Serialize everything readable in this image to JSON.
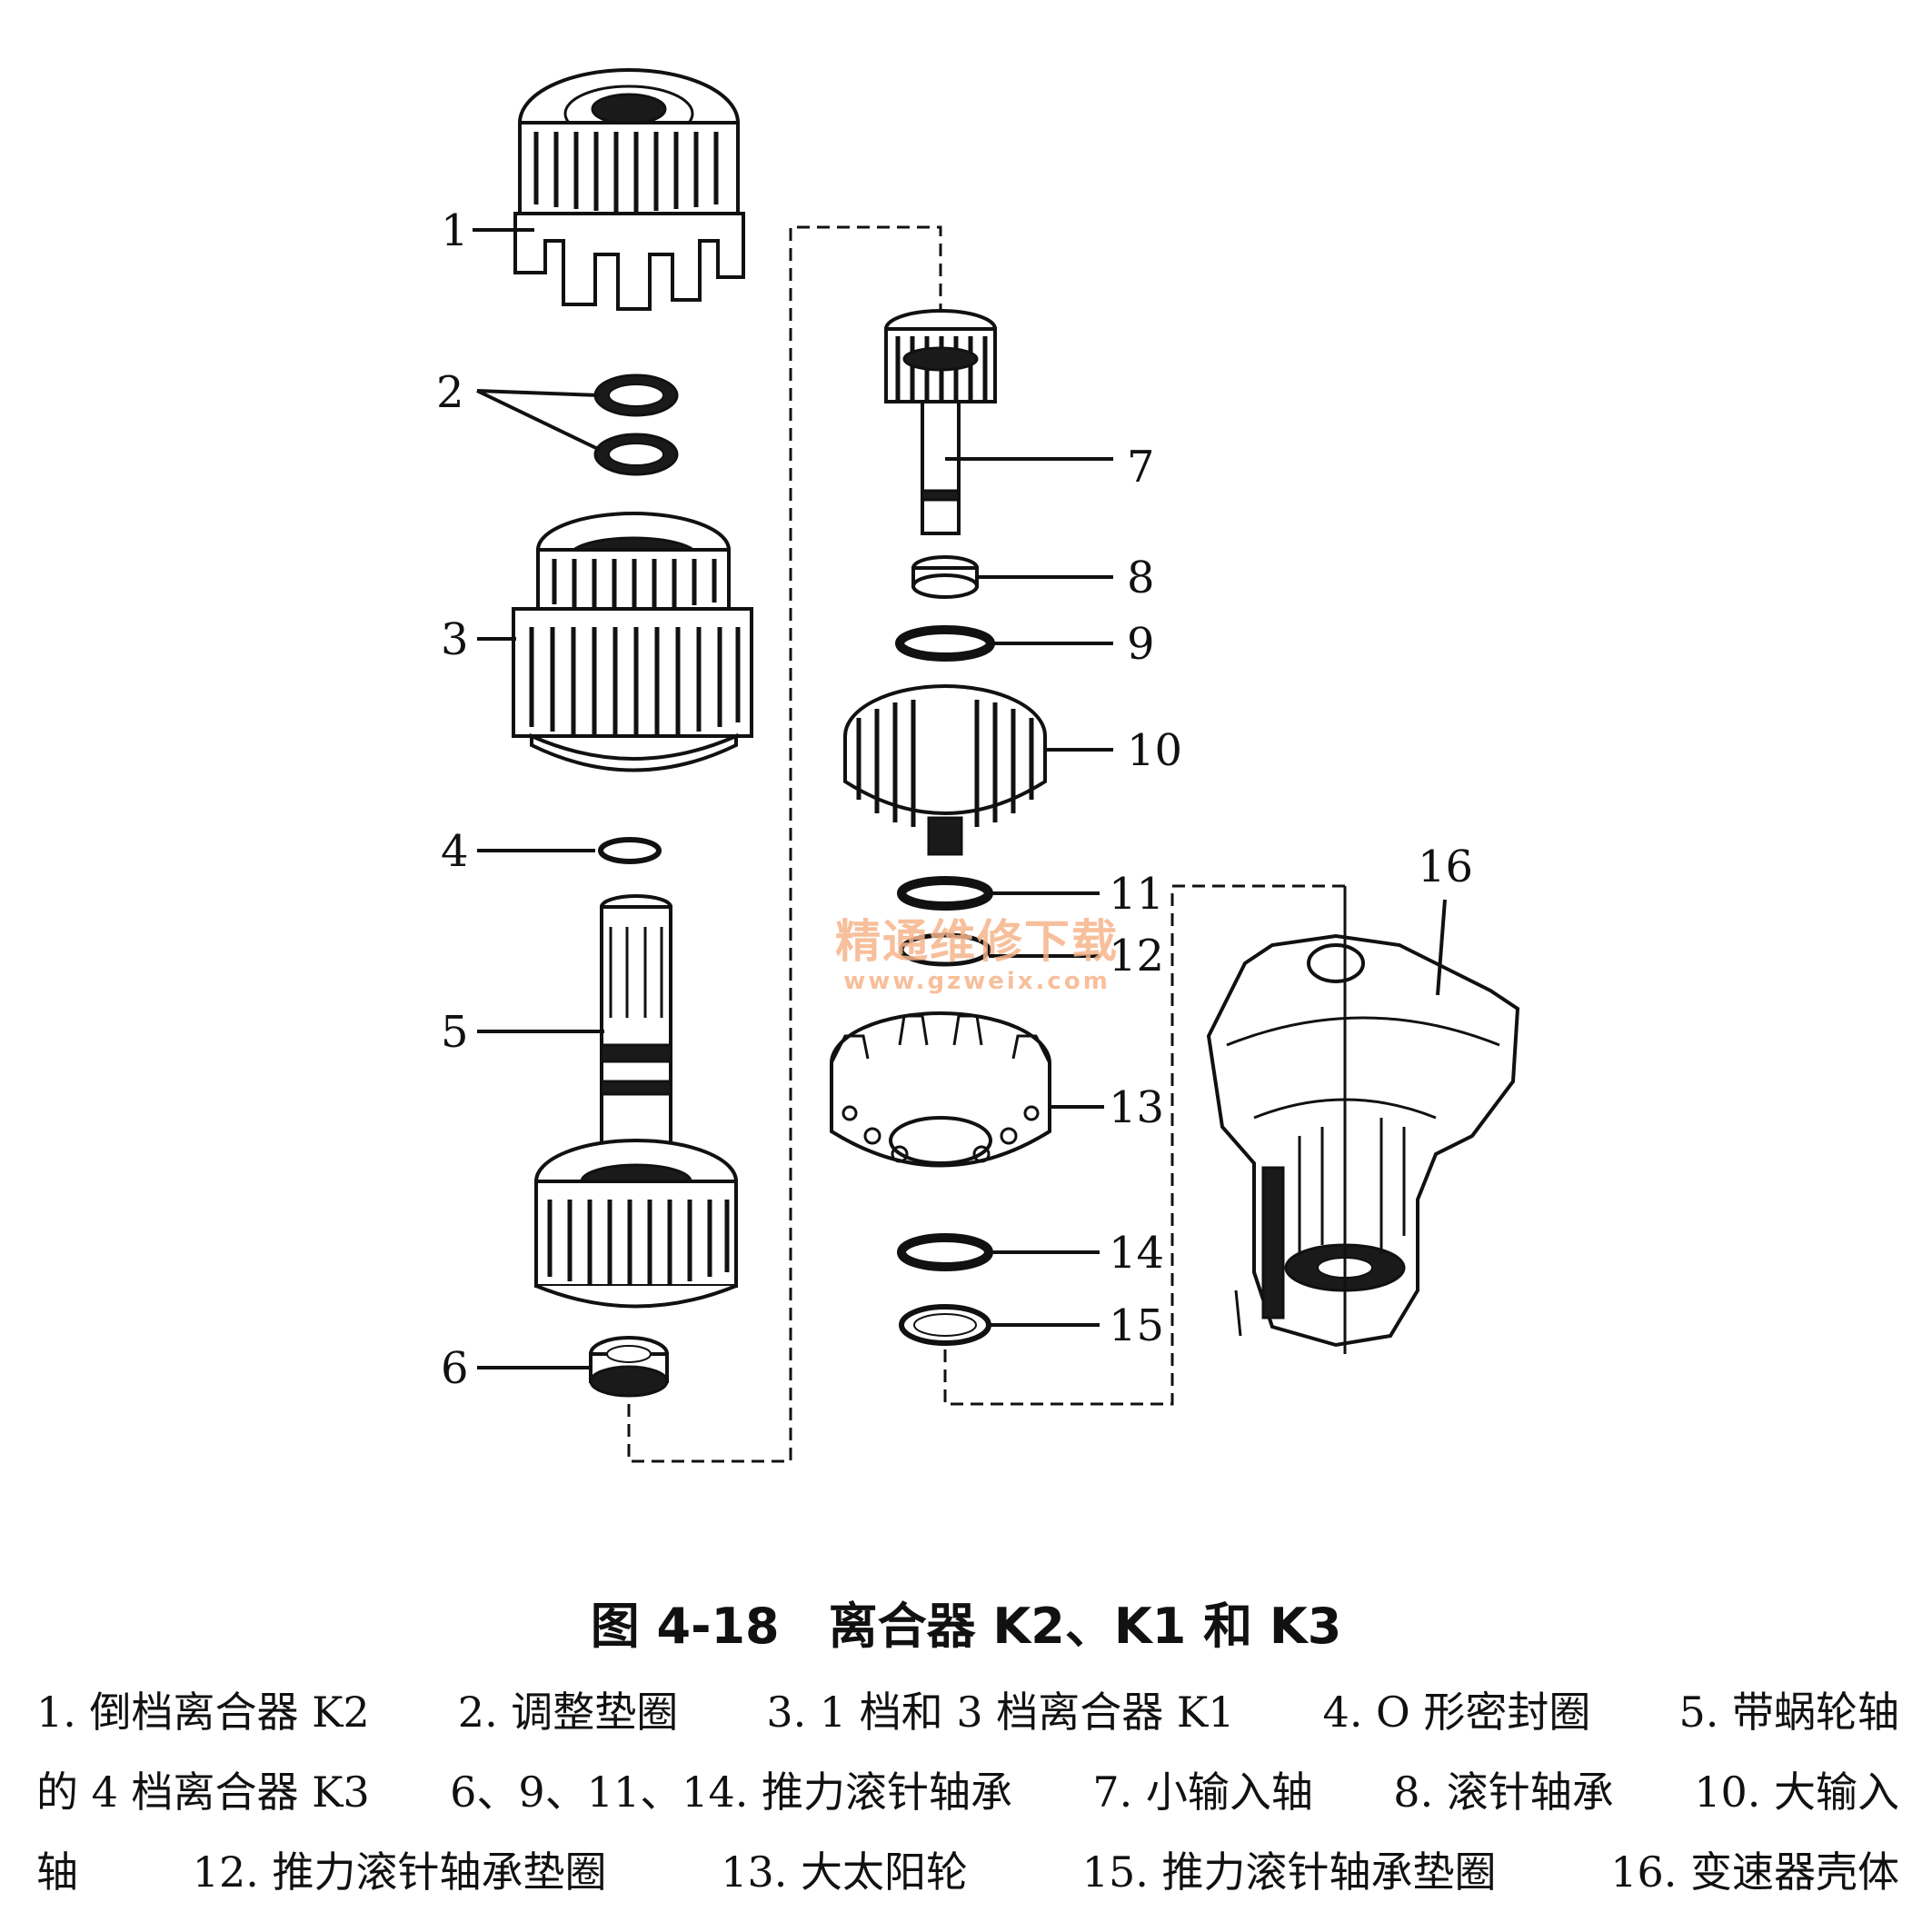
{
  "diagram": {
    "labels": {
      "p1": "1",
      "p2": "2",
      "p3": "3",
      "p4": "4",
      "p5": "5",
      "p6": "6",
      "p7": "7",
      "p8": "8",
      "p9": "9",
      "p10": "10",
      "p11": "11",
      "p12": "12",
      "p13": "13",
      "p14": "14",
      "p15": "15",
      "p16": "16"
    },
    "watermark": {
      "line1": "精通维修下载",
      "line2": "www.gzweix.com"
    }
  },
  "caption": "图 4-18　离合器 K2、K1 和 K3",
  "legend": {
    "row1": [
      "1. 倒档离合器 K2",
      "2. 调整垫圈",
      "3. 1 档和 3 档离合器 K1",
      "4. O 形密封圈",
      "5. 带蜗轮轴"
    ],
    "row2": [
      "的 4 档离合器 K3",
      "6、9、11、14. 推力滚针轴承",
      "7. 小输入轴",
      "8. 滚针轴承",
      "10. 大输入"
    ],
    "row3": [
      "轴",
      "12. 推力滚针轴承垫圈",
      "13. 大太阳轮",
      "15. 推力滚针轴承垫圈",
      "16. 变速器壳体"
    ]
  }
}
